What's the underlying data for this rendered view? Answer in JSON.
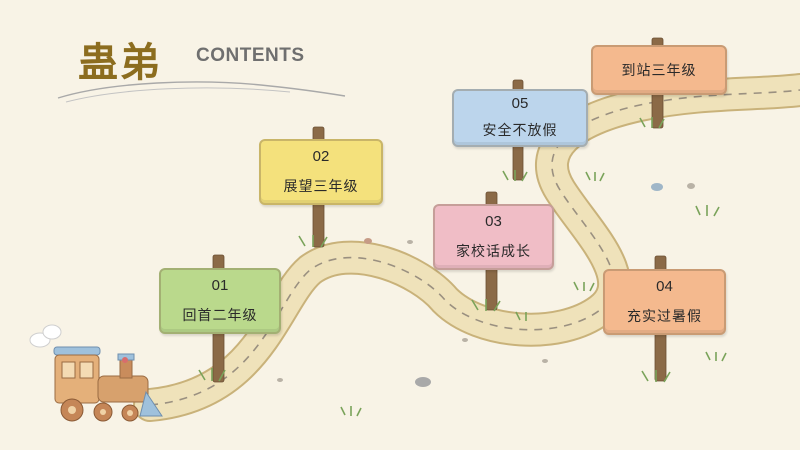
{
  "title": {
    "main": "蛊弟",
    "sub": "CONTENTS"
  },
  "signs": [
    {
      "num": "01",
      "label": "回首二年级",
      "color": "#bad98c"
    },
    {
      "num": "02",
      "label": "展望三年级",
      "color": "#f4e17c"
    },
    {
      "num": "03",
      "label": "家校话成长",
      "color": "#f0bdc6"
    },
    {
      "num": "04",
      "label": "充实过暑假",
      "color": "#f4b98e"
    },
    {
      "num": "05",
      "label": "安全不放假",
      "color": "#bcd5ec"
    },
    {
      "num": "",
      "label": "到站三年级",
      "color": "#f4b98e"
    }
  ],
  "colors": {
    "background": "#f8f3e6",
    "road": "#eee0b6",
    "road_edge": "#c9b27a",
    "post": "#8b6a47",
    "title": "#8c6d1f"
  }
}
